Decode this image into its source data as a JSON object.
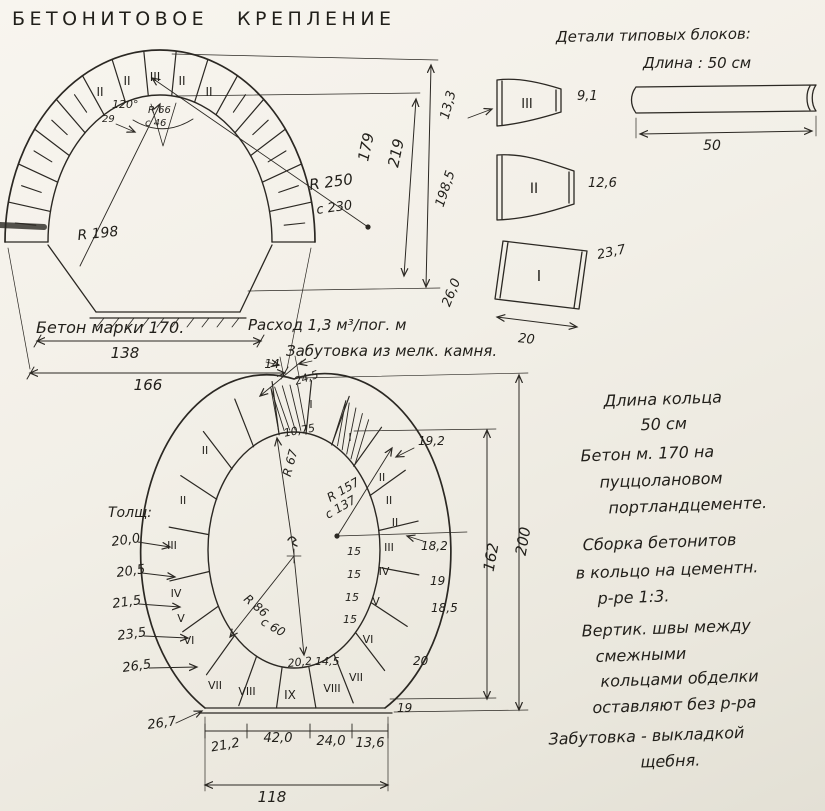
{
  "title": {
    "word1": "БЕТОНИТОВОЕ",
    "word2": "КРЕПЛЕНИЕ"
  },
  "arch": {
    "crown_numerals": [
      "II",
      "II",
      "III",
      "II",
      "II"
    ],
    "angle_label": "120°",
    "angle_small": "29",
    "r66": "R 66",
    "c46": "с 46",
    "r250": "R 250",
    "c230": "с 230",
    "r198": "R 198",
    "height_inner": "179",
    "height_total": "219",
    "width_floor": "138",
    "width_total": "166",
    "note_concrete": "Бетон марки 170.",
    "note_consumption": "Расход 1,3 м³/пог. м",
    "note_backfill": "Забутовка из мелк. камня."
  },
  "details": {
    "heading": "Детали типовых блоков:",
    "length_note": "Длина : 50 см",
    "bar_length": "50",
    "block3": {
      "numeral": "III",
      "left": "13,3",
      "right": "9,1"
    },
    "block2": {
      "numeral": "II",
      "left": "198,5",
      "right": "12,6"
    },
    "block1": {
      "numeral": "I",
      "left": "26,0",
      "right": "23,7",
      "width": "20"
    }
  },
  "ring": {
    "top_dim": "14",
    "crown_width": "24,5",
    "crown_thickness": "10,75",
    "r67": "R 67",
    "r157": "R 157",
    "c137": "с 137",
    "r86": "R 86",
    "c60": "с 60",
    "height_inner": "162",
    "height_total": "200",
    "side_dims": [
      "19,2",
      "18,2",
      "19",
      "18,5",
      "20",
      "19"
    ],
    "inner_dims": [
      "15",
      "15",
      "15",
      "15"
    ],
    "dim_202": "20,2",
    "dim_145": "14,5",
    "thickness_heading": "Толщ:",
    "thicknesses": [
      "20,0",
      "20,5",
      "21,5",
      "23,5",
      "26,5",
      "26,7"
    ],
    "bottom_dims": [
      "21,2",
      "42,0",
      "24,0",
      "13,6"
    ],
    "bottom_width": "118",
    "numerals": [
      "I",
      "I",
      "II",
      "II",
      "II",
      "III",
      "IV",
      "V",
      "VI",
      "VII",
      "VIII",
      "IX",
      "VIII",
      "VII",
      "VI",
      "V",
      "IV",
      "III",
      "II",
      "II"
    ]
  },
  "notes": {
    "lines": [
      "Длина кольца",
      "50 см",
      "Бетон м. 170 на",
      "пуццолановом",
      "портландцементе.",
      "Сборка бетонитов",
      "в кольцо на цементн.",
      "р-ре 1:3.",
      "Вертик. швы между",
      "смежными",
      "кольцами обделки",
      "оставляют без р-ра",
      "Забутовка - выкладкой",
      "щебня."
    ]
  }
}
